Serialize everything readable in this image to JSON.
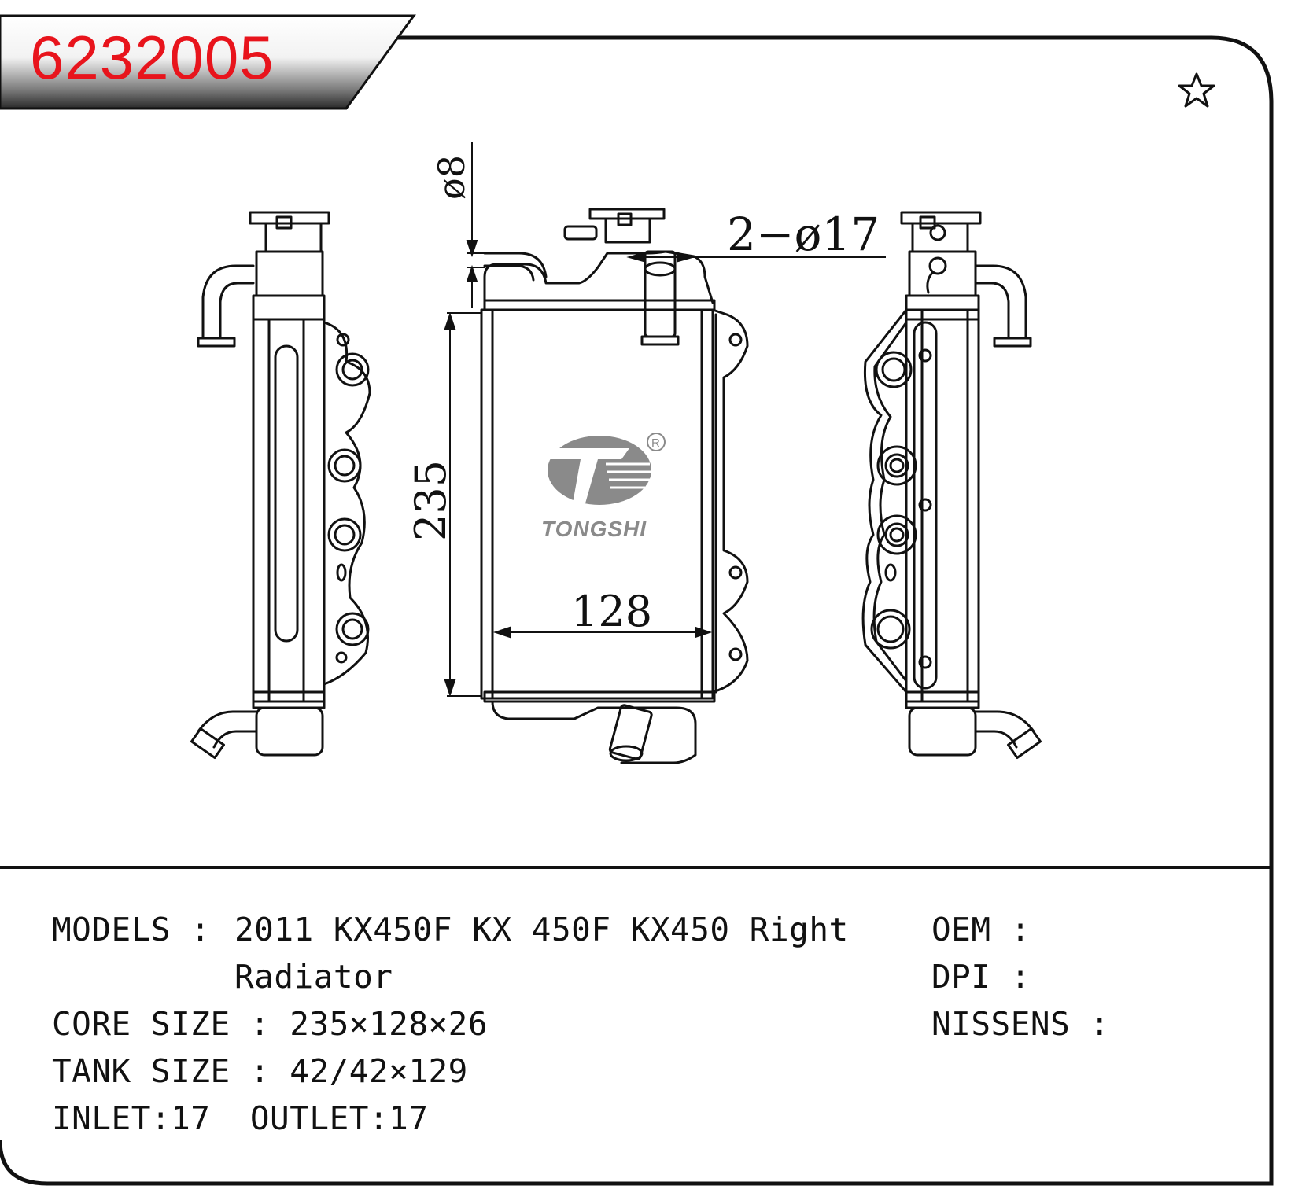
{
  "part_number": "6232005",
  "dimensions": {
    "tube": "ø8",
    "pipes": "2−ø17",
    "height": "235",
    "width": "128"
  },
  "brand": {
    "name": "TONGSHI",
    "registered": "R"
  },
  "specs": {
    "models_label": "MODELS : ",
    "models_value": "2011 KX450F KX 450F KX450 Right",
    "models_value_cont": "Radiator",
    "core_size": "CORE SIZE : 235×128×26",
    "tank_size": "TANK SIZE : 42/42×129",
    "inlet_outlet": "INLET:17  OUTLET:17",
    "oem": "OEM :",
    "dpi": "DPI :",
    "nissens": "NISSENS :"
  },
  "colors": {
    "part_number": "#e8141c",
    "line": "#111111",
    "logo": "#8a8a8a"
  },
  "icons": [
    "star-icon"
  ]
}
